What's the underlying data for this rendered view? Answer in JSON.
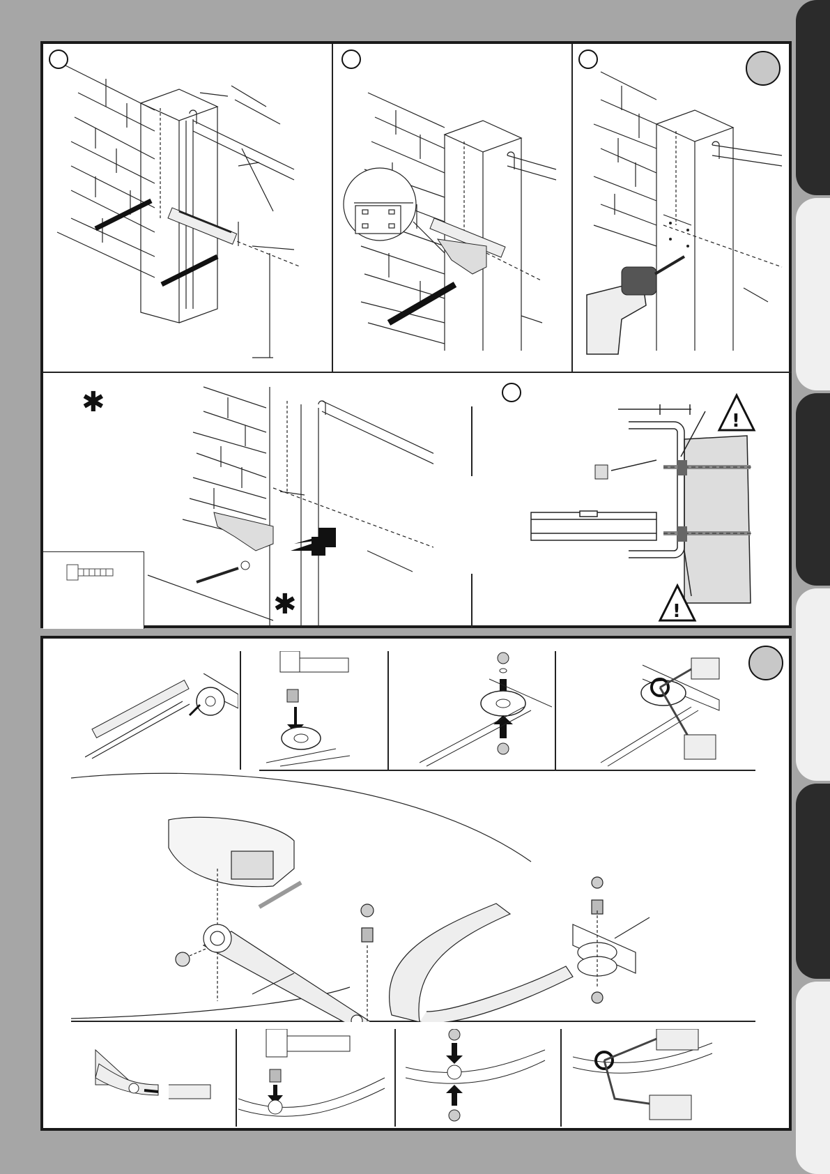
{
  "page": {
    "background": "#a6a6a6",
    "panel_border": "#1a1a1a",
    "dark_tab_color": "#2b2b2b",
    "light_tab_color": "#f0f0f0"
  },
  "tabs": [
    {
      "tone": "dark"
    },
    {
      "tone": "light"
    },
    {
      "tone": "dark"
    },
    {
      "tone": "light"
    },
    {
      "tone": "dark"
    },
    {
      "tone": "light"
    }
  ],
  "figures": {
    "asterisk_symbol": "✱",
    "warning_symbol": "!",
    "icons": [
      "brick-wall-icon",
      "pillar-icon",
      "bracket-icon",
      "pencil-icon",
      "drill-icon",
      "spirit-level-icon",
      "wall-plug-icon",
      "hammer-icon",
      "pliers-icon",
      "arm-icon",
      "screw-icon",
      "bolt-icon",
      "circlip-icon",
      "warning-icon"
    ]
  }
}
